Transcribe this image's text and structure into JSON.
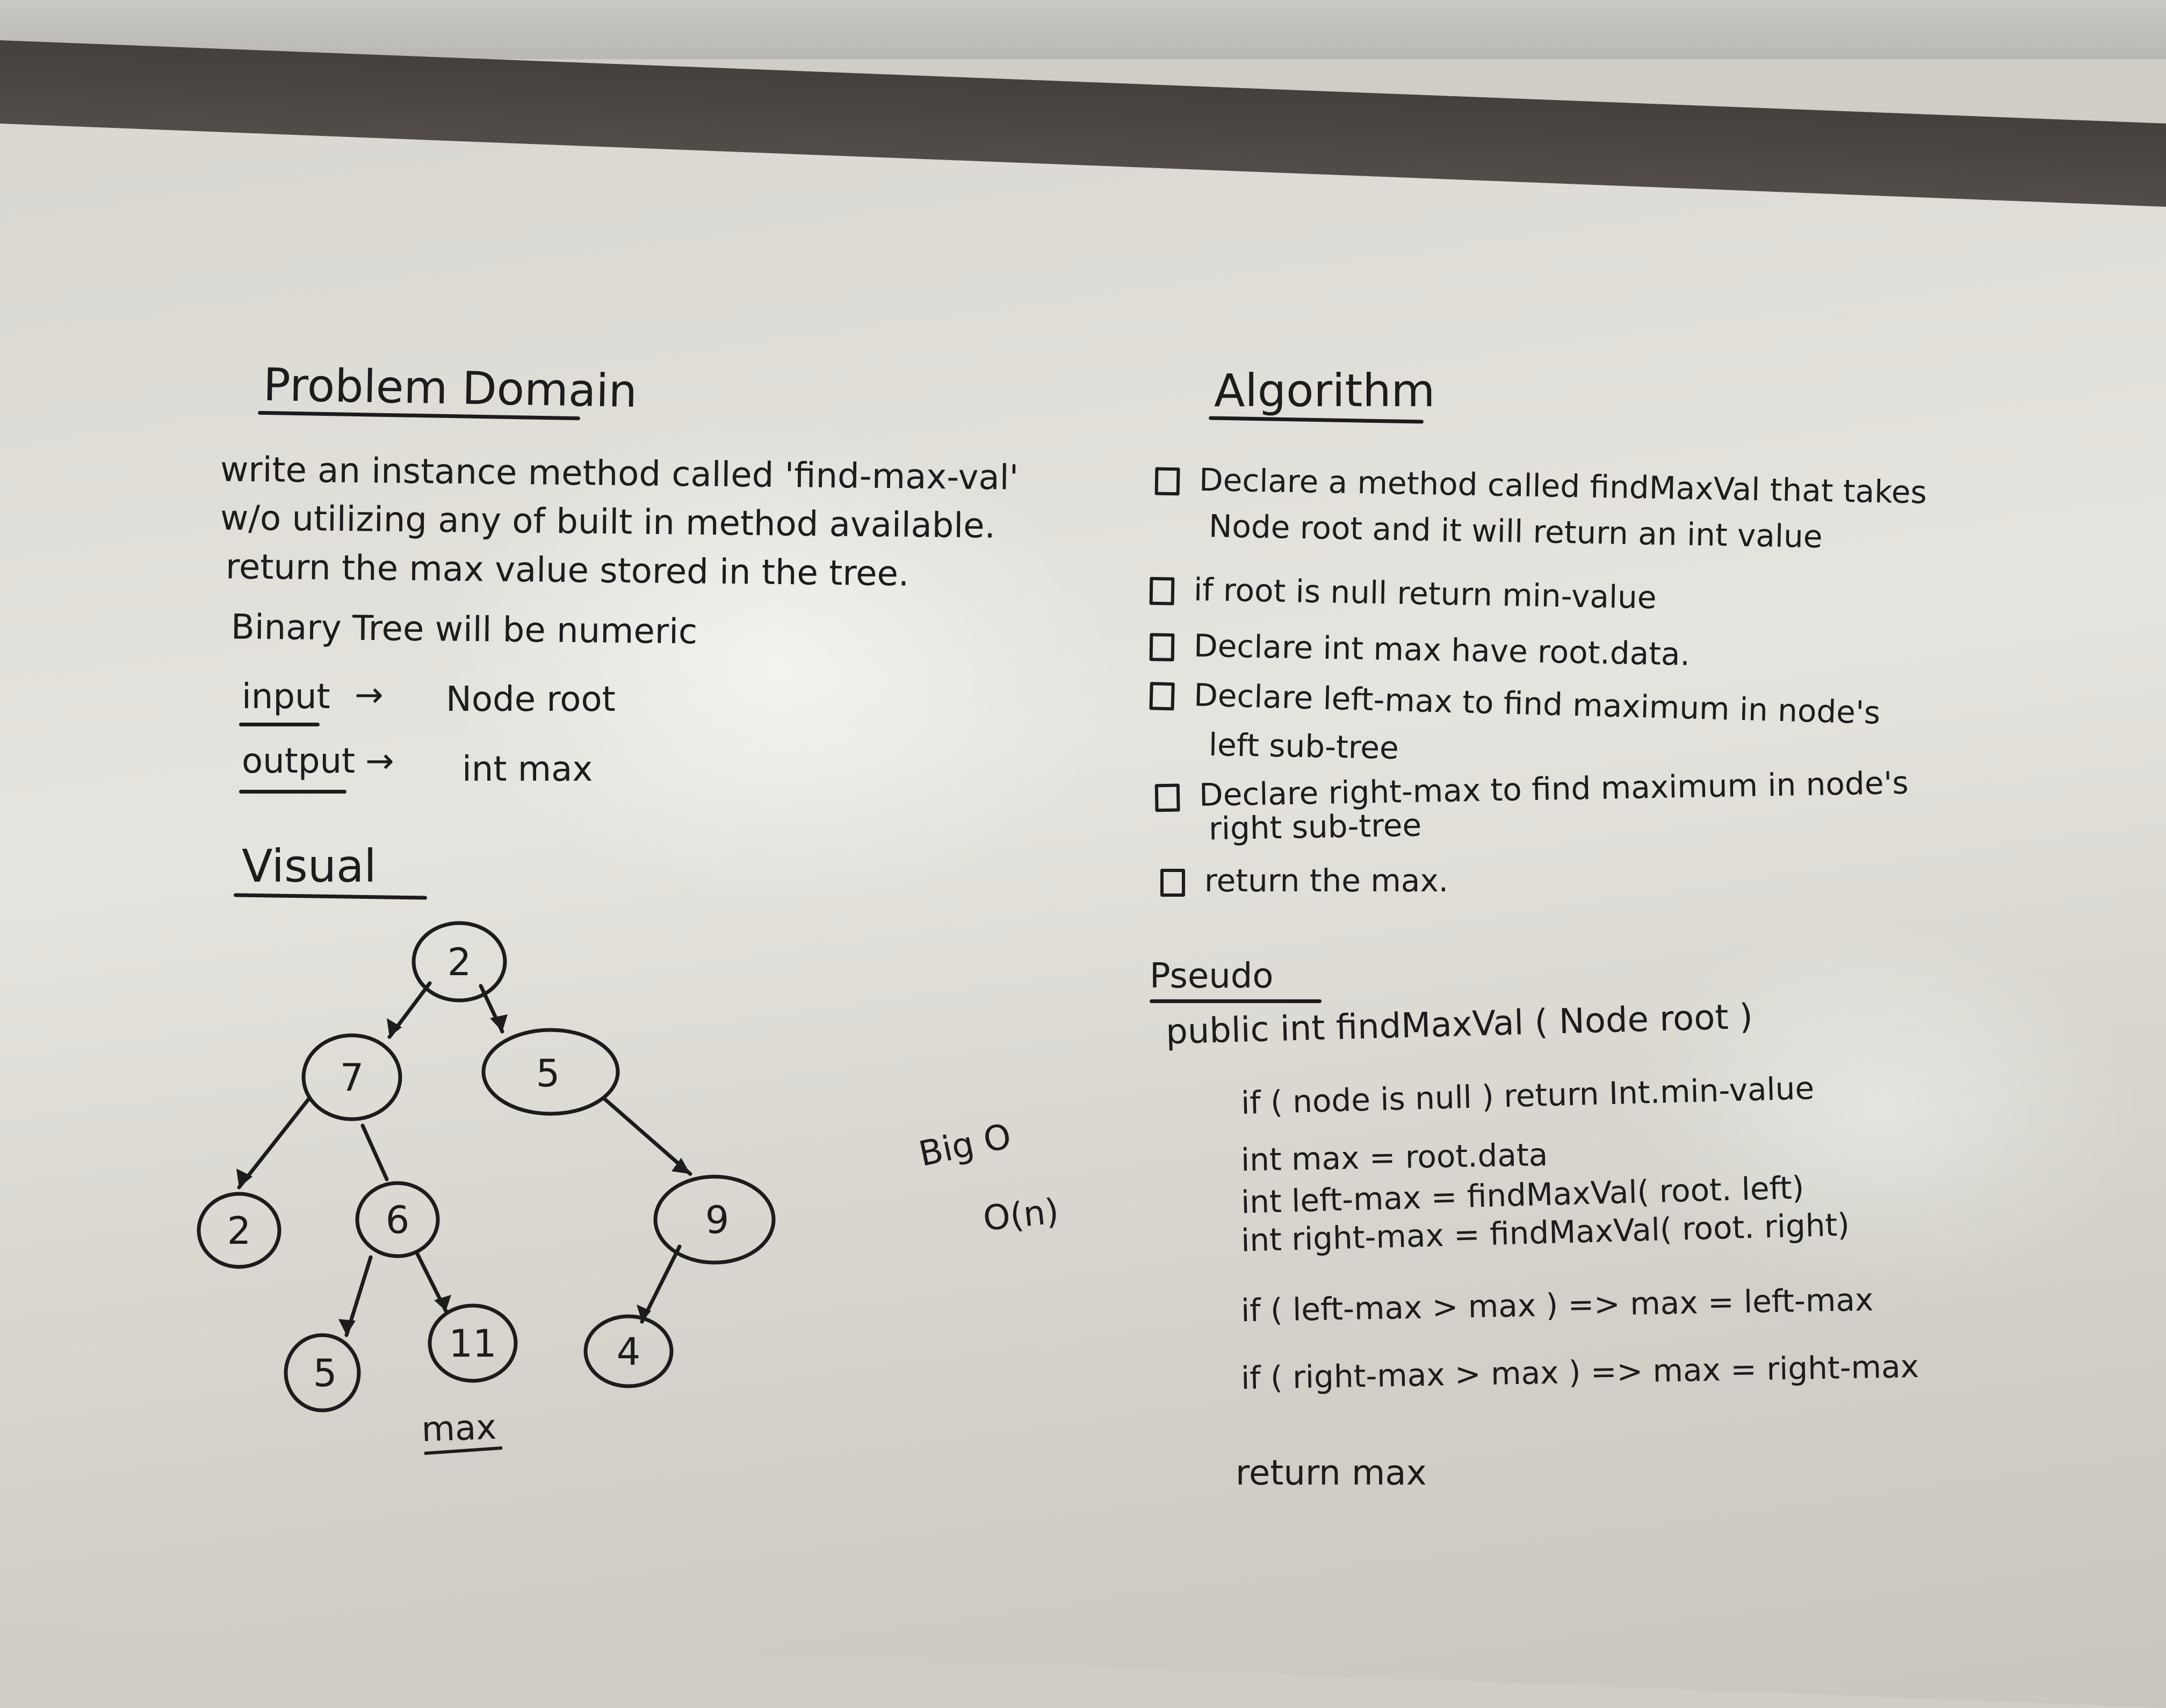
{
  "problem_domain": {
    "heading": "Problem Domain",
    "lines": [
      "write an instance method called 'find-max-val'",
      "w/o utilizing any of built in method available.",
      "return the max value stored in the tree.",
      "Binary Tree will be numeric"
    ],
    "input_label": "input",
    "input_value": "Node root",
    "output_label": "output",
    "output_value": "int max"
  },
  "visual": {
    "heading": "Visual",
    "nodes": [
      "2",
      "7",
      "5",
      "2",
      "6",
      "9",
      "5",
      "11",
      "4"
    ],
    "max_label": "max"
  },
  "big_o": {
    "label": "Big O",
    "value": "O(n)"
  },
  "algorithm": {
    "heading": "Algorithm",
    "steps": [
      [
        "Declare a method called findMaxVal that takes",
        "Node root and it will return an int value"
      ],
      [
        "if root is null return min-value"
      ],
      [
        "Declare int max have root.data."
      ],
      [
        "Declare left-max to find maximum in node's",
        "left sub-tree"
      ],
      [
        "Declare right-max to find maximum in node's",
        "right sub-tree"
      ],
      [
        "return the max."
      ]
    ]
  },
  "pseudo": {
    "heading": "Pseudo",
    "lines": [
      "public int findMaxVal ( Node root )",
      "if ( node is null ) return Int.min-value",
      "int max = root.data",
      "int left-max = findMaxVal( root. left)",
      "int right-max = findMaxVal( root. right)",
      "if ( left-max > max ) => max = left-max",
      "if ( right-max > max ) => max = right-max",
      "return max"
    ]
  },
  "colors": {
    "ink": "#1d1b1c",
    "board": "#e3e1da",
    "frame": "#4d4744"
  }
}
